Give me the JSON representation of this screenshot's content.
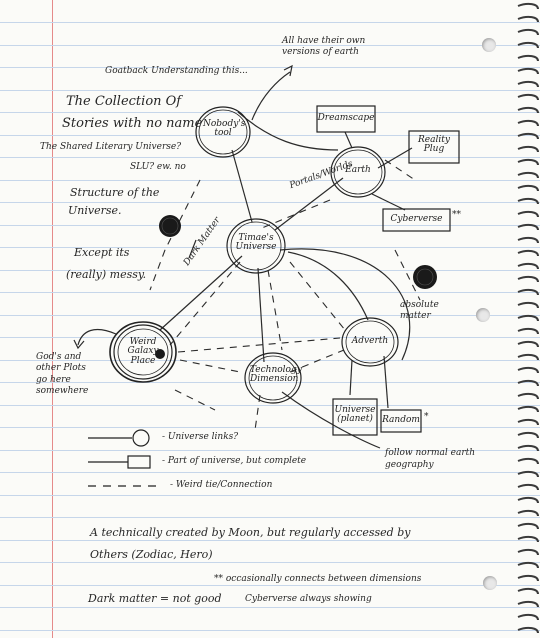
{
  "notes": {
    "top_note": "Goatback Understanding this...",
    "all_have_own": "All have their own versions of earth",
    "title_line1": "The Collection Of",
    "title_line2": "Stories with no name",
    "shared_universe": "The Shared Literary Universe?",
    "stories_no": "SLU? ew. no",
    "structure_line1": "Structure of the",
    "structure_line2": "Universe.",
    "except_line1": "Except its",
    "except_line2": "(really) messy.",
    "dark_matter_arrow": "Dark Matter",
    "absolute_matter": "absolute matter",
    "gods_line": "God's and other Plots go here somewhere",
    "portals_label": "Portals/Worlds",
    "follow_earth": "follow normal earth geography",
    "footer_line1": "A technically created by Moon, but regularly accessed by",
    "footer_line2": "Others (Zodiac, Hero)",
    "footer_line3": "** occasionally connects between dimensions",
    "footer_line4": "Dark matter = not good",
    "footer_line5": "Cyberverse always showing"
  },
  "nodes": {
    "nobodys_tool": "Nobody's tool",
    "timaes_universe": "Timae's Universe",
    "earth": "Earth",
    "weird_galaxy": "Weird Galaxy Place",
    "technology_dimension": "Technology Dimension",
    "adverth": "Adverth",
    "dreamscape": "Dreamscape",
    "reality_plug": "Reality Plug",
    "cyberverse": "Cyberverse",
    "universe_planet": "Universe (planet)",
    "random": "Random"
  },
  "legend": {
    "circle_link": "- Universe links?",
    "box_link": "- Part of universe, but complete",
    "dashed_link": "- Weird tie/Connection"
  },
  "marks": {
    "cyberverse_mark": "**",
    "random_mark": "*"
  }
}
